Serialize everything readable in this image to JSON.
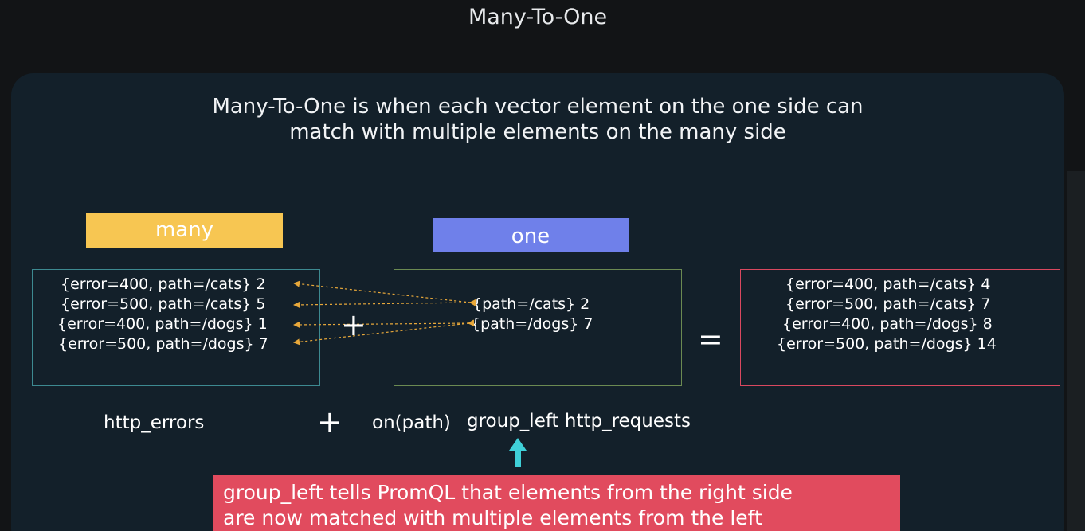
{
  "page": {
    "title": "Many-To-One"
  },
  "slide": {
    "heading": {
      "line1": "Many-To-One is when each vector element on the one side can",
      "line2": "match with multiple elements on the many side"
    },
    "many": {
      "label": "many",
      "label_color": "#f7c652",
      "rows": [
        "{error=400, path=/cats} 2",
        "{error=500, path=/cats} 5",
        "{error=400, path=/dogs} 1",
        "{error=500, path=/dogs} 7"
      ]
    },
    "one": {
      "label": "one",
      "label_color": "#6f80ea",
      "rows": [
        "{path=/cats} 2",
        "{path=/dogs} 7"
      ]
    },
    "result": {
      "rows": [
        "{error=400, path=/cats} 4",
        "{error=500, path=/cats} 7",
        "{error=400, path=/dogs} 8",
        "{error=500, path=/dogs} 14"
      ]
    },
    "operators": {
      "plus": "+",
      "equals": "="
    },
    "expression": {
      "left": "http_errors",
      "op": "+",
      "on": "on(path)",
      "right": "group_left http_requests"
    },
    "callout": {
      "line1": "group_left tells PromQL that  elements from the right side",
      "line2": "are now matched with multiple elements  from the left",
      "color": "#e14b5e"
    },
    "icons": {
      "match_arrows": "dashed-arrow-icon",
      "pointer": "up-arrow-icon"
    },
    "colors": {
      "arrow": "#e8a83a",
      "pointer": "#3fd0d8"
    }
  }
}
